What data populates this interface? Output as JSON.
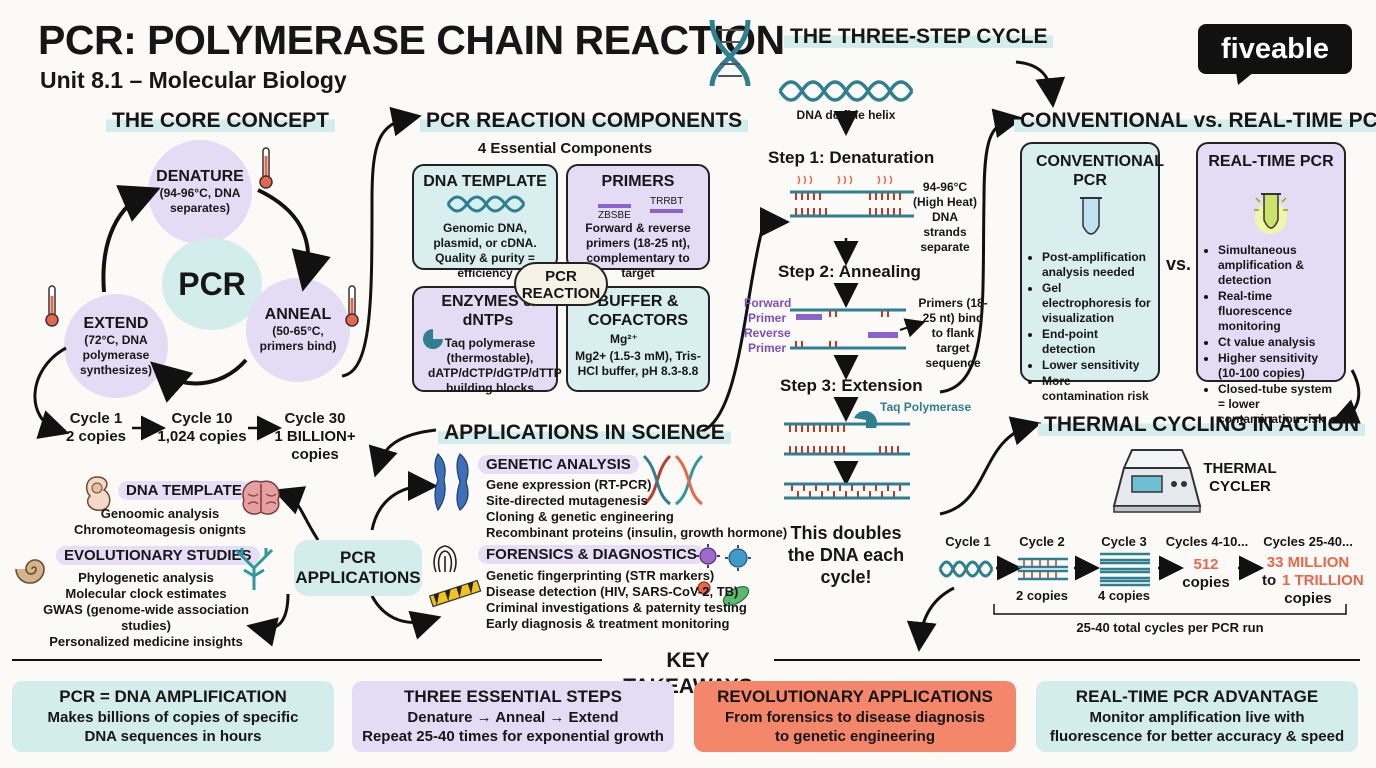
{
  "header": {
    "title": "PCR: POLYMERASE CHAIN REACTION",
    "subtitle": "Unit 8.1 – Molecular Biology",
    "brand": "fiveable"
  },
  "core": {
    "heading": "THE CORE CONCEPT",
    "center": "PCR",
    "denature_title": "DENATURE",
    "denature_detail": "(94-96°C, DNA separates)",
    "anneal_title": "ANNEAL",
    "anneal_detail": "(50-65°C, primers bind)",
    "extend_title": "EXTEND",
    "extend_detail": "(72°C, DNA polymerase synthesizes)",
    "cycle1_label": "Cycle 1",
    "cycle1_value": "2 copies",
    "cycle10_label": "Cycle 10",
    "cycle10_value": "1,024 copies",
    "cycle30_label": "Cycle 30",
    "cycle30_value": "1 BILLION+ copies"
  },
  "components": {
    "heading": "PCR REACTION COMPONENTS",
    "subheading": "4 Essential Components",
    "center": "PCR REACTION",
    "template_title": "DNA TEMPLATE",
    "template_text": "Genomic DNA, plasmid, or cDNA. Quality & purity = efficiency",
    "primers_title": "PRIMERS",
    "primers_seq1": "ZBSBE",
    "primers_seq2": "TRRBT",
    "primers_text": "Forward & reverse primers (18-25 nt), complementary to target",
    "enzymes_title": "ENZYMES & dNTPs",
    "enzymes_text": "Taq polymerase (thermostable), dATP/dCTP/dGTP/dTTP building blocks",
    "buffer_title": "BUFFER & COFACTORS",
    "buffer_ion": "Mg²⁺",
    "buffer_text": "Mg2+ (1.5-3 mM), Tris-HCl buffer, pH 8.3-8.8"
  },
  "cycle": {
    "heading": "THE THREE-STEP CYCLE",
    "helix_label": "DNA double helix",
    "step1": "Step 1: Denaturation",
    "step1_note": "94-96°C (High Heat) DNA strands separate",
    "step2": "Step 2: Annealing",
    "forward_primer": "Forward Primer",
    "reverse_primer": "Reverse Primer",
    "step2_note": "Primers (18-25 nt) bind to flank target sequence",
    "step3": "Step 3: Extension",
    "taq_label": "Taq Polymerase",
    "doubles": "This doubles the DNA each cycle!"
  },
  "compare": {
    "heading": "CONVENTIONAL vs. REAL-TIME PCR",
    "vs": "vs.",
    "conv_title": "CONVENTIONAL PCR",
    "conv_items": [
      "Post-amplification analysis needed",
      "Gel electrophoresis for visualization",
      "End-point detection",
      "Lower sensitivity",
      "More contamination risk"
    ],
    "rt_title": "REAL-TIME PCR",
    "rt_items": [
      "Simultaneous amplification & detection",
      "Real-time fluorescence monitoring",
      "Ct value analysis",
      "Higher sensitivity (10-100 copies)",
      "Closed-tube system = lower contamination risk"
    ]
  },
  "thermal": {
    "heading": "THERMAL CYCLING IN ACTION",
    "device": "THERMAL CYCLER",
    "c1": "Cycle 1",
    "c2": "Cycle 2",
    "c2_val": "2 copies",
    "c3": "Cycle 3",
    "c3_val": "4 copies",
    "c4": "Cycles 4-10...",
    "c4_num": "512",
    "c4_val": "copies",
    "c5": "Cycles 25-40...",
    "c5_num1": "33 MILLION",
    "c5_to": "to",
    "c5_num2": "1 TRILLION",
    "c5_val": "copies",
    "total": "25-40 total cycles per PCR run",
    "accent": "#e8674a"
  },
  "applications": {
    "heading": "APPLICATIONS IN SCIENCE",
    "center": "PCR APPLICATIONS",
    "dna_title": "DNA TEMPLATE",
    "dna_lines": [
      "Genoomic analysis",
      "Chromoteomagesis onignts"
    ],
    "evo_title": "EVOLUTIONARY STUDIES",
    "evo_lines": [
      "Phylogenetic analysis",
      "Molecular clock estimates",
      "GWAS (genome-wide association studies)",
      "Personalized medicine insights"
    ],
    "gen_title": "GENETIC ANALYSIS",
    "gen_lines": [
      "Gene expression (RT-PCR)",
      "Site-directed mutagenesis",
      "Cloning & genetic engineering",
      "Recombinant proteins (insulin, growth hormone)"
    ],
    "for_title": "FORENSICS & DIAGNOSTICS",
    "for_lines": [
      "Genetic fingerprinting (STR markers)",
      "Disease detection (HIV, SARS-CoV-2, TB)",
      "Criminal investigations & paternity testing",
      "Early diagnosis & treatment monitoring"
    ]
  },
  "takeaways": {
    "heading": "KEY TAKEAWAYS",
    "items": [
      {
        "title": "PCR = DNA AMPLIFICATION",
        "line1": "Makes billions of copies of specific",
        "line2": "DNA sequences in hours"
      },
      {
        "title": "THREE ESSENTIAL STEPS",
        "line1": "Denature → Anneal → Extend",
        "line2": "Repeat 25-40 times for exponential growth"
      },
      {
        "title": "REVOLUTIONARY APPLICATIONS",
        "line1": "From forensics to disease diagnosis",
        "line2": "to genetic engineering"
      },
      {
        "title": "REAL-TIME PCR ADVANTAGE",
        "line1": "Monitor amplification live with",
        "line2": "fluorescence for better accuracy & speed"
      }
    ]
  },
  "colors": {
    "teal": "#d9eeee",
    "purple": "#e4dcf5",
    "coral": "#f4866a",
    "primer_purple": "#7a4fc2",
    "helix_blue": "#2e7f8f"
  }
}
